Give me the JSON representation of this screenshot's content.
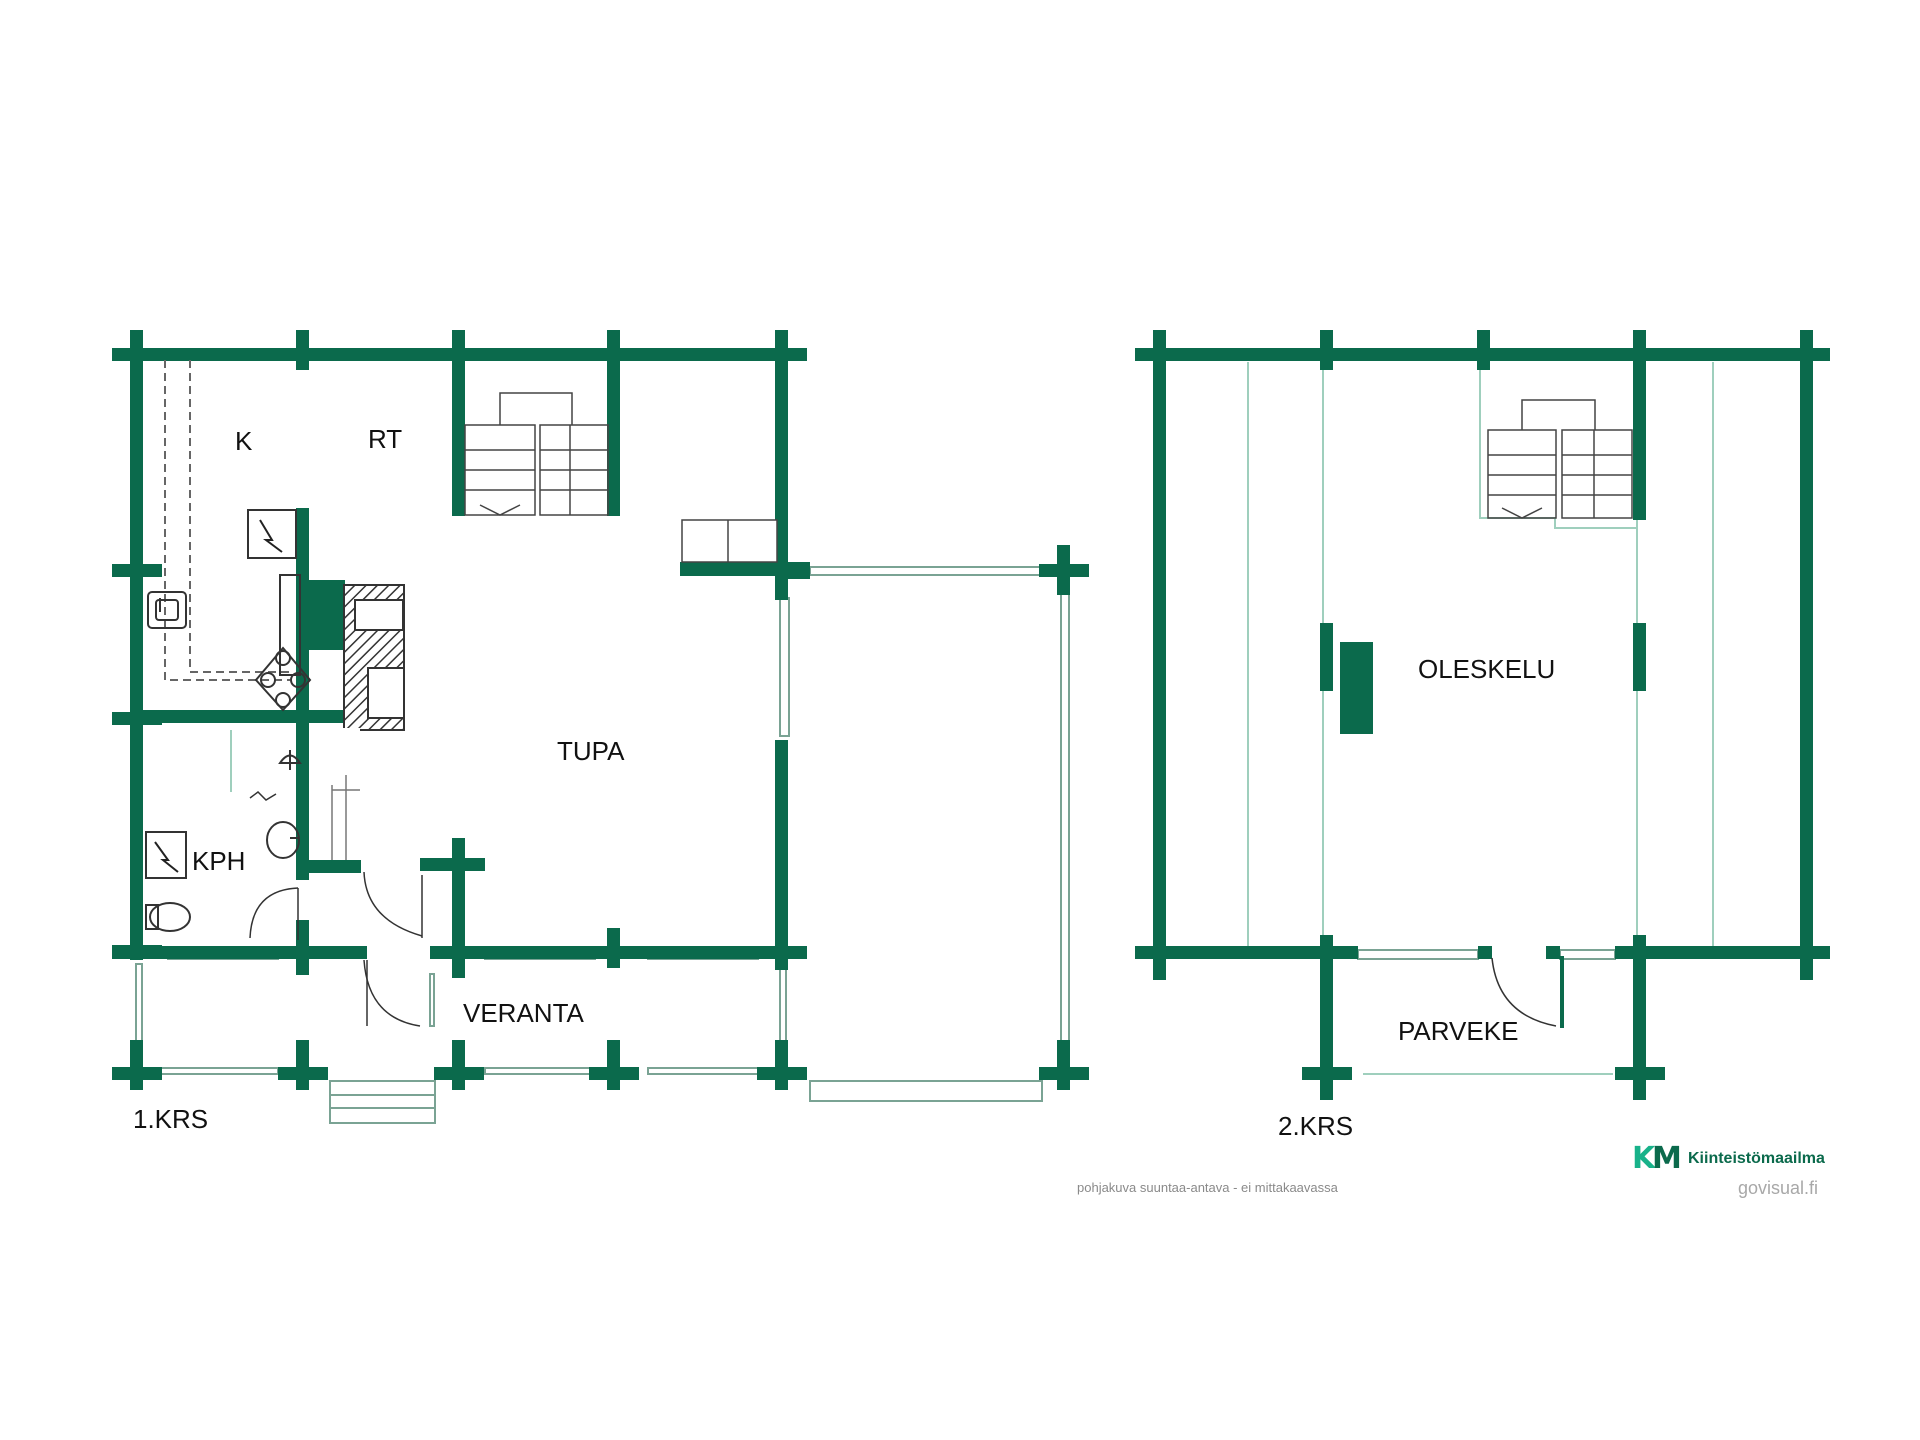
{
  "colors": {
    "wall": "#0b6a4c",
    "window": "#9fcfbd",
    "brand_k": "#18b28a",
    "brand_m": "#0b6a4c",
    "note": "#8a8a8a"
  },
  "floor1": {
    "title": "1.KRS",
    "rooms": {
      "k": "K",
      "rt": "RT",
      "tupa": "TUPA",
      "kph": "KPH",
      "veranta": "VERANTA"
    }
  },
  "floor2": {
    "title": "2.KRS",
    "rooms": {
      "oleskelu": "OLESKELU",
      "parveke": "PARVEKE"
    }
  },
  "footer": {
    "note": "pohjakuva suuntaa-antava - ei mittakaavassa",
    "brand_k": "K",
    "brand_m": "M",
    "brand_name": "Kiinteistömaailma",
    "site": "govisual.fi"
  },
  "icons": [
    "electric-panel-icon",
    "sink-icon",
    "stove-icon",
    "shower-icon",
    "toilet-icon",
    "washbasin-icon",
    "fireplace-icon",
    "stairs-icon"
  ]
}
